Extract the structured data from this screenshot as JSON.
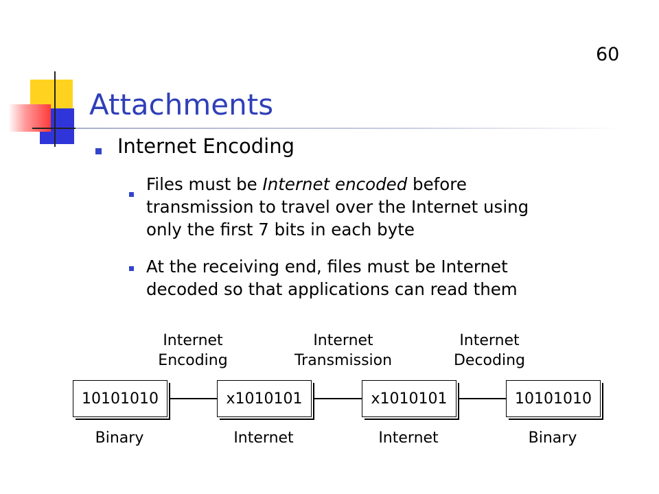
{
  "slide_number": "60",
  "title": "Attachments",
  "bullets": {
    "level1": "Internet Encoding",
    "sub1": {
      "pre": "Files must be ",
      "emph": "Internet encoded",
      "post": " before",
      "line2": "transmission to travel over the Internet using",
      "line3": "only the first 7 bits in each byte"
    },
    "sub2": {
      "line1": "At the receiving end, files must be Internet",
      "line2": "decoded so that applications can read them"
    }
  },
  "diagram": {
    "stages": [
      {
        "line1": "Internet",
        "line2": "Encoding"
      },
      {
        "line1": "Internet",
        "line2": "Transmission"
      },
      {
        "line1": "Internet",
        "line2": "Decoding"
      }
    ],
    "boxes": [
      "10101010",
      "x1010101",
      "x1010101",
      "10101010"
    ],
    "labels": [
      "Binary",
      "Internet",
      "Internet",
      "Binary"
    ]
  },
  "colors": {
    "title": "#2f3fb8",
    "bullet": "#3344cc",
    "logo_yellow": "#ffd21f",
    "logo_blue": "#2f35d8",
    "logo_red": "#ff3a3a"
  }
}
